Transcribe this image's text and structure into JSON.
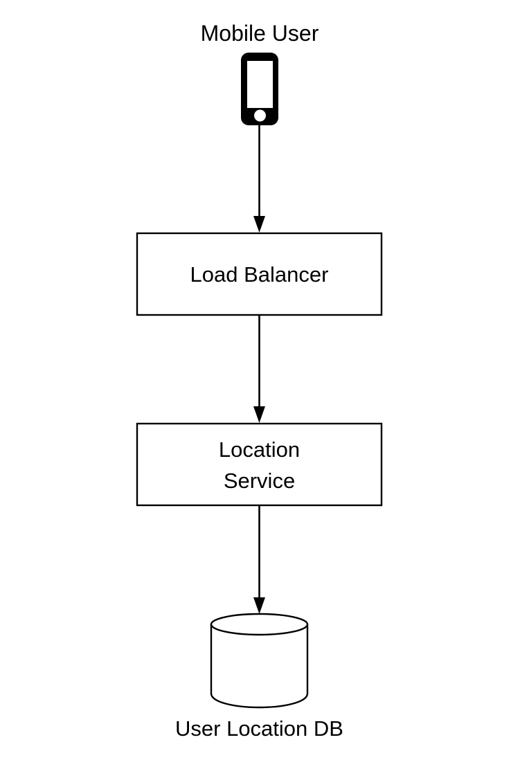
{
  "diagram": {
    "type": "flowchart",
    "orientation": "vertical",
    "background_color": "#ffffff",
    "stroke_color": "#000000",
    "fill_color": "#ffffff",
    "nodes": [
      {
        "id": "mobile-user",
        "label": "Mobile User",
        "shape": "mobile-phone-icon",
        "label_position": "above"
      },
      {
        "id": "load-balancer",
        "label": "Load Balancer",
        "shape": "rectangle",
        "label_position": "inside"
      },
      {
        "id": "location-service",
        "label_line1": "Location",
        "label_line2": "Service",
        "label": "Location Service",
        "shape": "rectangle",
        "label_position": "inside"
      },
      {
        "id": "user-location-db",
        "label": "User Location DB",
        "shape": "cylinder",
        "label_position": "below"
      }
    ],
    "edges": [
      {
        "id": "edge-user-to-lb",
        "from": "mobile-user",
        "to": "load-balancer",
        "arrow": "single",
        "label": ""
      },
      {
        "id": "edge-lb-to-service",
        "from": "load-balancer",
        "to": "location-service",
        "arrow": "single",
        "label": ""
      },
      {
        "id": "edge-service-to-db",
        "from": "location-service",
        "to": "user-location-db",
        "arrow": "single",
        "label": ""
      }
    ]
  }
}
